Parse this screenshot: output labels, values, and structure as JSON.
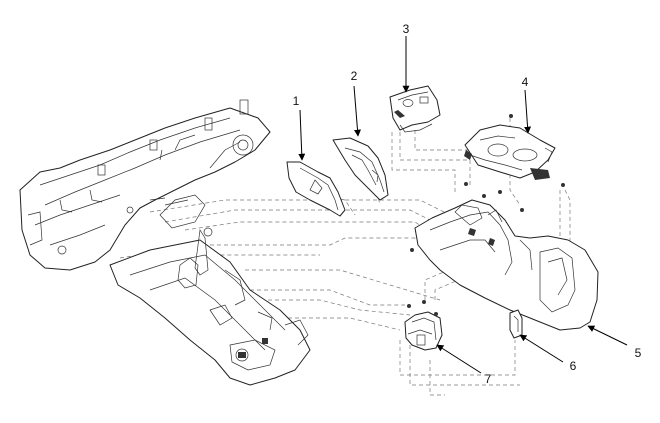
{
  "callouts": {
    "c1": "1",
    "c2": "2",
    "c3": "3",
    "c4": "4",
    "c5": "5",
    "c6": "6",
    "c7": "7"
  },
  "colors": {
    "ink": "#222222",
    "guide": "#777777",
    "background": "#ffffff"
  }
}
